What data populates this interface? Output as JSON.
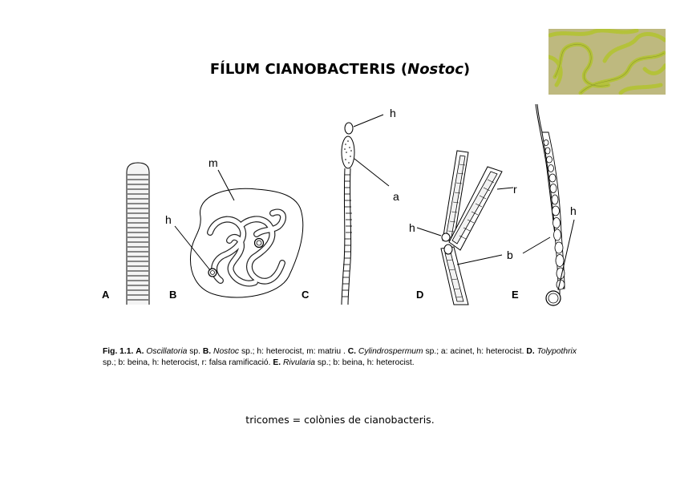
{
  "title": {
    "prefix": "FÍLUM CIANOBACTERIS (",
    "genus": "Nostoc",
    "suffix": ")"
  },
  "figure": {
    "panels": [
      "A",
      "B",
      "C",
      "D",
      "E"
    ],
    "labels": {
      "b_m": "m",
      "b_h": "h",
      "c_h": "h",
      "c_a": "a",
      "d_r": "r",
      "d_h": "h",
      "d_b": "b",
      "e_h": "h",
      "e_b": "b"
    }
  },
  "caption": {
    "fig": "Fig. 1.1.",
    "a_letter": "A.",
    "a_genus": "Oscillatoria",
    "a_rest": " sp.",
    "b_letter": "B.",
    "b_genus": "Nostoc",
    "b_rest": " sp.; h: heterocist, m: matriu .",
    "c_letter": "C.",
    "c_genus": "Cylindrospermum",
    "c_rest": " sp.; a: acinet, h: heterocist.",
    "d_letter": "D.",
    "d_genus": "Tolypothrix",
    "d_rest": " sp.; b: beina, h: heterocist, r: falsa ramificació.",
    "e_letter": "E.",
    "e_genus": "Rivularia",
    "e_rest": " sp.; b: beina, h: heterocist."
  },
  "footer": "tricomes = colònies de cianobacteris."
}
